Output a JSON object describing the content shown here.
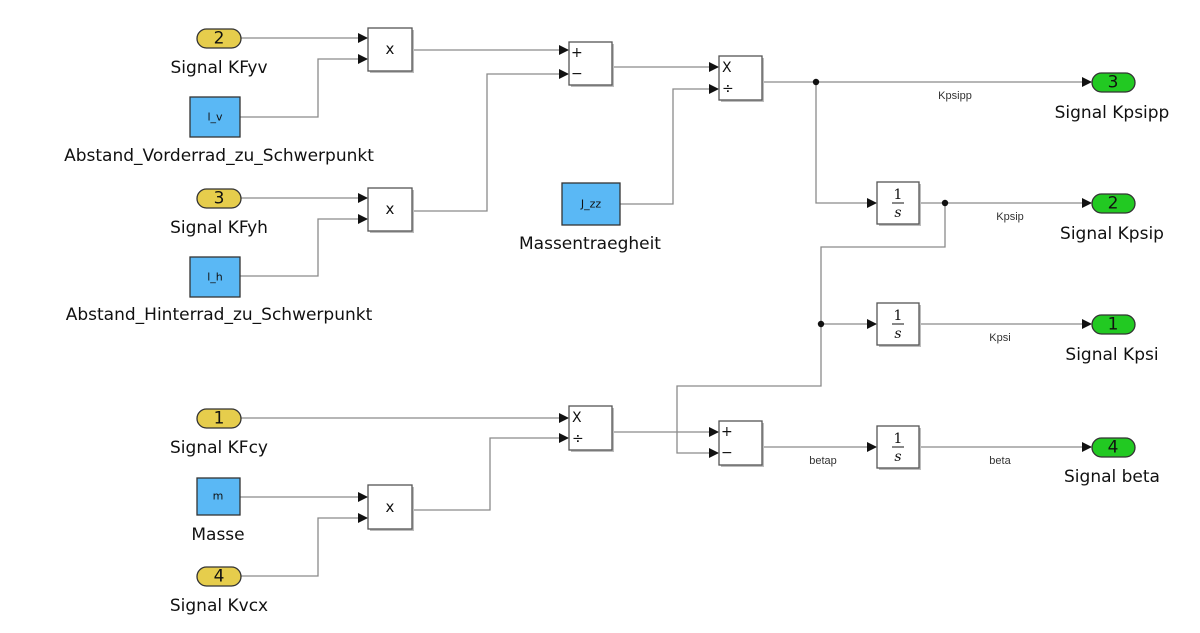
{
  "diagram": {
    "type": "simulink-block-diagram",
    "inports": [
      {
        "id": "in2",
        "number": "2",
        "label": "Signal KFyv"
      },
      {
        "id": "in3",
        "number": "3",
        "label": "Signal KFyh"
      },
      {
        "id": "in1",
        "number": "1",
        "label": "Signal KFcy"
      },
      {
        "id": "in4",
        "number": "4",
        "label": "Signal Kvcx"
      }
    ],
    "constants": [
      {
        "id": "lv",
        "value": "l_v",
        "label": "Abstand_Vorderrad_zu_Schwerpunkt"
      },
      {
        "id": "lh",
        "value": "l_h",
        "label": "Abstand_Hinterrad_zu_Schwerpunkt"
      },
      {
        "id": "jzz",
        "value": "J_zz",
        "label": "Massentraegheit"
      },
      {
        "id": "m",
        "value": "m",
        "label": "Masse"
      }
    ],
    "operators": {
      "product": "x",
      "product_upper": "X",
      "divide": "÷",
      "plus": "+",
      "minus": "−",
      "integrator_num": "1",
      "integrator_den": "s"
    },
    "outports": [
      {
        "id": "out3",
        "number": "3",
        "label": "Signal Kpsipp"
      },
      {
        "id": "out2",
        "number": "2",
        "label": "Signal Kpsip"
      },
      {
        "id": "out1",
        "number": "1",
        "label": "Signal Kpsi"
      },
      {
        "id": "out4",
        "number": "4",
        "label": "Signal beta"
      }
    ],
    "signals": {
      "kpsipp": "Kpsipp",
      "kpsip": "Kpsip",
      "kpsi": "Kpsi",
      "betap": "betap",
      "beta": "beta"
    },
    "colors": {
      "inport": "#e6cd4c",
      "outport": "#22c922",
      "constant": "#5ab8f5",
      "wire": "#8a8a8a"
    }
  }
}
